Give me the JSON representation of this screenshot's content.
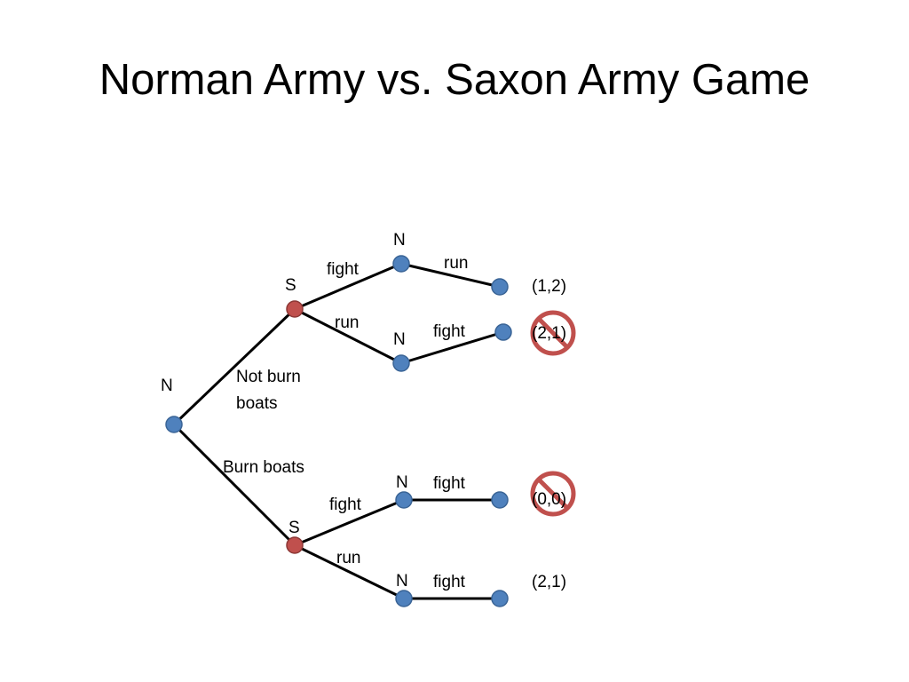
{
  "title": "Norman Army vs. Saxon Army Game",
  "colors": {
    "norman_node": "#4f81bd",
    "saxon_node": "#c0504d",
    "edge": "#000000",
    "no_sign": "#c0504d"
  },
  "tree": {
    "root_player": "N",
    "branches": {
      "not_burn": {
        "label_line1": "Not burn",
        "label_line2": "boats",
        "saxon_player": "S",
        "fight": {
          "label": "fight",
          "norman_player": "N",
          "response": "run",
          "payoff": "(1,2)"
        },
        "run": {
          "label": "run",
          "norman_player": "N",
          "response": "fight",
          "payoff": "(2,1)",
          "crossed_out": true
        }
      },
      "burn": {
        "label": "Burn boats",
        "saxon_player": "S",
        "fight": {
          "label": "fight",
          "norman_player": "N",
          "response": "fight",
          "payoff": "(0,0)",
          "crossed_out": true
        },
        "run": {
          "label": "run",
          "norman_player": "N",
          "response": "fight",
          "payoff": "(2,1)"
        }
      }
    }
  }
}
